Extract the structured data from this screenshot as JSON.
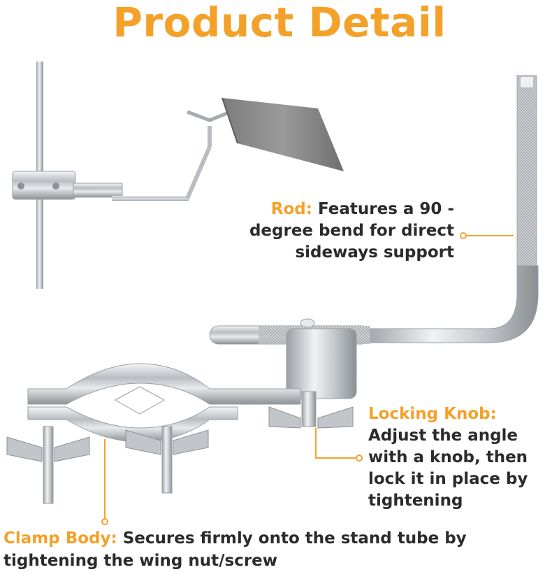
{
  "title": "Product Detail",
  "colors": {
    "accent": "#f4a12a",
    "text": "#2b2b2b",
    "chrome": "#c8ccd0",
    "grey": "#8a8a8a"
  },
  "callouts": {
    "rod": {
      "label": "Rod:",
      "text": " Features a 90 -degree bend for direct sideways support"
    },
    "locking_knob": {
      "label": "Locking Knob:",
      "text": " Adjust the angle with a knob, then lock it in place by tightening"
    },
    "clamp_body": {
      "label": "Clamp Body:",
      "text": " Secures firmly onto the stand tube by tightening the wing nut/screw"
    }
  }
}
